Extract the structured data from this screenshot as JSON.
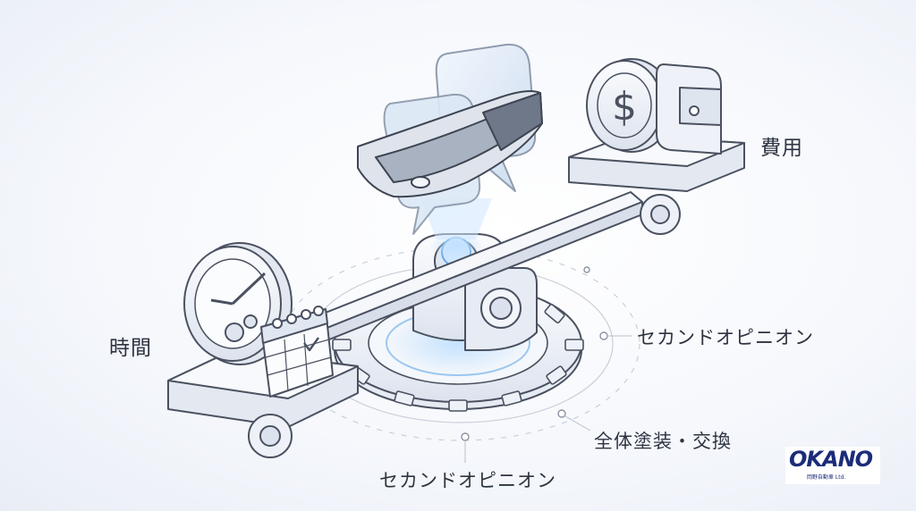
{
  "labels": {
    "cost": "費用",
    "time": "時間",
    "second_opinion_right": "セカンドオピニオン",
    "paint_replace": "全体塗装・交換",
    "second_opinion_bottom": "セカンドオピニオン"
  },
  "logo": {
    "wordmark": "OKANO",
    "subtitle": "岡野自動車 Ltd."
  },
  "icons": [
    "car-bumper-icon",
    "speech-bubble-icon",
    "dollar-coin-icon",
    "wallet-icon",
    "clock-icon",
    "calendar-icon",
    "gear-icon",
    "seesaw-icon"
  ],
  "colors": {
    "line": "#4a5160",
    "fill_light": "#eef2f8",
    "accent_glow": "#7fb6f0",
    "logo_blue": "#1c2c7a"
  }
}
